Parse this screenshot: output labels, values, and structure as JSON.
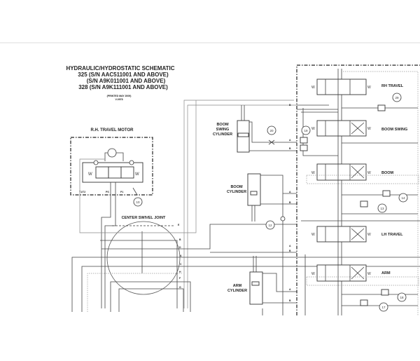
{
  "title": {
    "line1": "HYDRAULIC/HYDROSTATIC SCHEMATIC",
    "line2": "325 (S/N AAC511001 AND ABOVE)",
    "line3": "(S/N A9K011001 AND ABOVE)",
    "line4": "328 (S/N A9K111001 AND ABOVE)",
    "printed": "(PRINTED MAY 2009)",
    "code": "V-0978"
  },
  "components": {
    "rh_travel_motor": "R.H. TRAVEL MOTOR",
    "center_swivel_joint": "CENTER SWIVEL JOINT",
    "boom_swing_cylinder": [
      "BOOM",
      "SWING",
      "CYLINDER"
    ],
    "boom_cylinder": [
      "BOOM",
      "CYLINDER"
    ],
    "arm_cylinder": [
      "ARM",
      "CYLINDER"
    ]
  },
  "motor_ports": [
    "T1/T2",
    "PS",
    "P1"
  ],
  "valve_sections": [
    "RH TRAVEL",
    "BOOM SWING",
    "BOOM",
    "LH TRAVEL",
    "ARM"
  ],
  "callouts": [
    "29",
    "19",
    "14",
    "13",
    "18",
    "17",
    "20",
    "12",
    "10"
  ],
  "swivel_ports": [
    "E",
    "B",
    "D",
    "A",
    "C",
    "H",
    "F",
    "G"
  ],
  "line_ports": [
    "B",
    "A",
    "B",
    "A",
    "B",
    "A",
    "B",
    "A",
    "B"
  ]
}
